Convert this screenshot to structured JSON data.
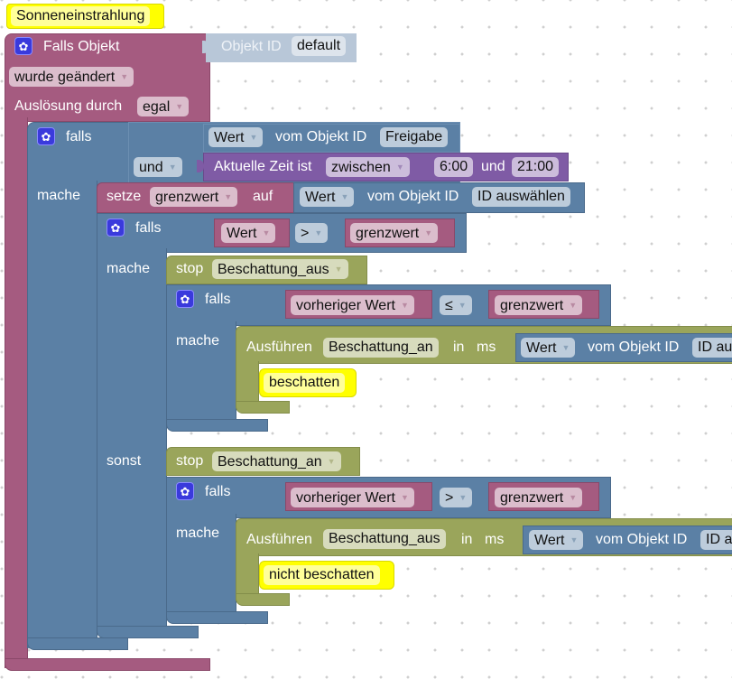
{
  "comment_label": "Sonneneinstrahlung",
  "trigger": {
    "title": "Falls Objekt",
    "object_label": "Objekt ID",
    "object_value": "default",
    "event": "wurde geändert",
    "trigger_label": "Auslösung durch",
    "trigger_value": "egal"
  },
  "if1": {
    "falls": "falls",
    "mache": "mache",
    "cond_a": {
      "prop": "Wert",
      "of_label": "vom Objekt ID",
      "object": "Freigabe"
    },
    "operator": "und",
    "cond_b": {
      "label": "Aktuelle Zeit ist",
      "mode": "zwischen",
      "from": "6:00",
      "and": "und",
      "to": "21:00"
    }
  },
  "set": {
    "label": "setze",
    "var": "grenzwert",
    "to": "auf",
    "prop": "Wert",
    "of_label": "vom Objekt ID",
    "object": "ID auswählen"
  },
  "if2": {
    "falls": "falls",
    "mache": "mache",
    "sonst": "sonst",
    "left": "Wert",
    "op": ">",
    "right": "grenzwert"
  },
  "then_branch": {
    "stop_label": "stop",
    "stop_target": "Beschattung_aus",
    "if": {
      "falls": "falls",
      "mache": "mache",
      "left": "vorheriger Wert",
      "op": "≤",
      "right": "grenzwert"
    },
    "run": {
      "label": "Ausführen",
      "name": "Beschattung_an",
      "in": "in",
      "ms": "ms",
      "prop": "Wert",
      "of_label": "vom Objekt ID",
      "object": "ID au"
    },
    "comment": "beschatten"
  },
  "else_branch": {
    "stop_label": "stop",
    "stop_target": "Beschattung_an",
    "if": {
      "falls": "falls",
      "mache": "mache",
      "left": "vorheriger Wert",
      "op": ">",
      "right": "grenzwert"
    },
    "run": {
      "label": "Ausführen",
      "name": "Beschattung_aus",
      "in": "in",
      "ms": "ms",
      "prop": "Wert",
      "of_label": "vom Objekt ID",
      "object": "ID a"
    },
    "comment": "nicht beschatten"
  },
  "icons": {
    "gear": "gear-icon",
    "dropdown": "▾"
  },
  "colors": {
    "event_block": "#a55b80",
    "logic_block": "#5b80a5",
    "time_block": "#7f5ba5",
    "timer_block": "#9aa55b",
    "comment": "#ffff00",
    "mutator_icon": "#3a3adc"
  }
}
